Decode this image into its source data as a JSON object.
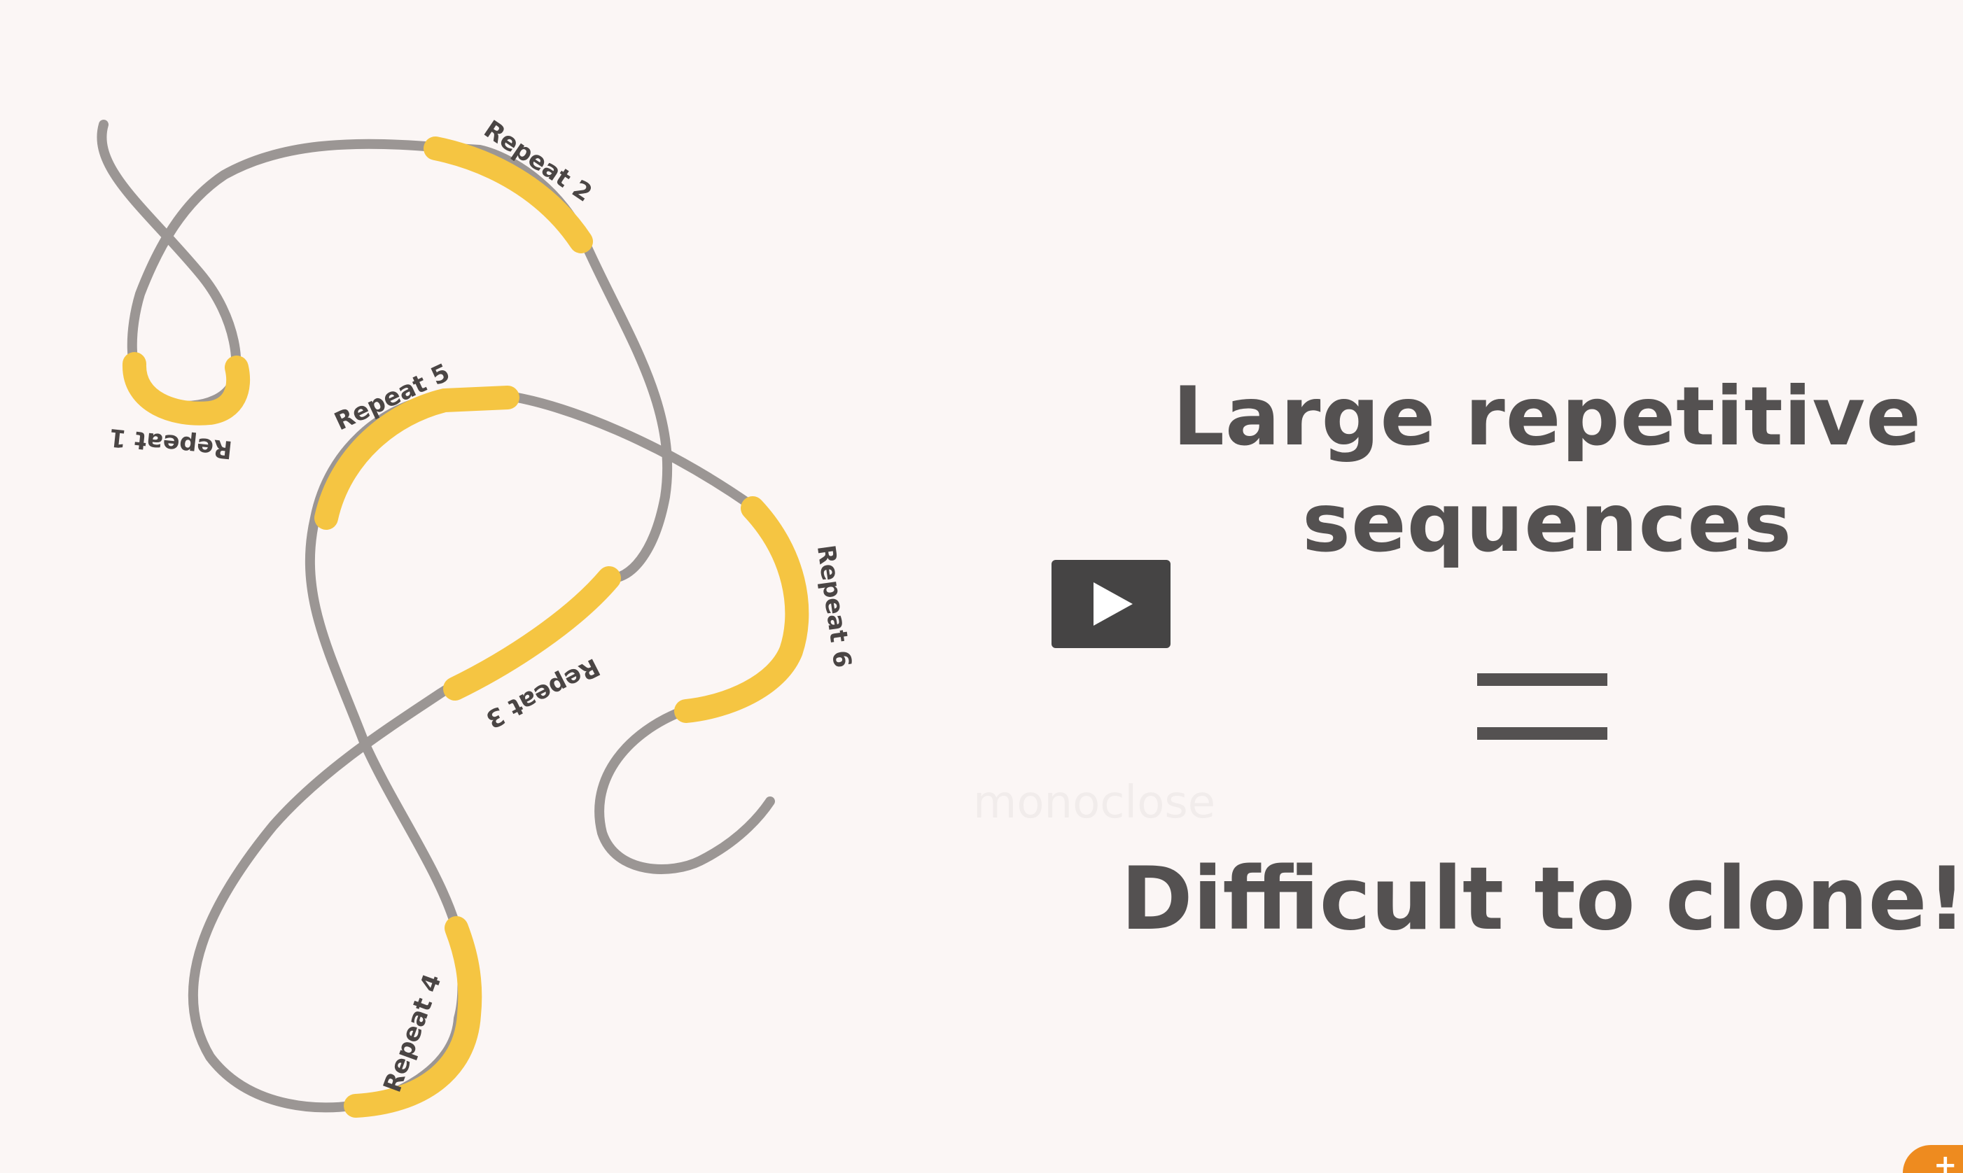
{
  "video": {
    "headline_line1": "Large repetitive",
    "headline_line2": "sequences",
    "conclusion": "Difficult to clone!",
    "watermark": "monoclose",
    "play_icon": "play-icon",
    "corner_badge_icon": "plus-icon",
    "corner_badge_glyph": "+"
  },
  "diagram": {
    "repeats": [
      {
        "label": "Repeat 1"
      },
      {
        "label": "Repeat 2"
      },
      {
        "label": "Repeat 3"
      },
      {
        "label": "Repeat 4"
      },
      {
        "label": "Repeat 5"
      },
      {
        "label": "Repeat 6"
      }
    ]
  },
  "colors": {
    "background": "#fbf6f5",
    "strand": "#9b9694",
    "repeat": "#f5c542",
    "text": "#545151",
    "play_button": "#454444",
    "corner_badge": "#ee8b1f"
  }
}
